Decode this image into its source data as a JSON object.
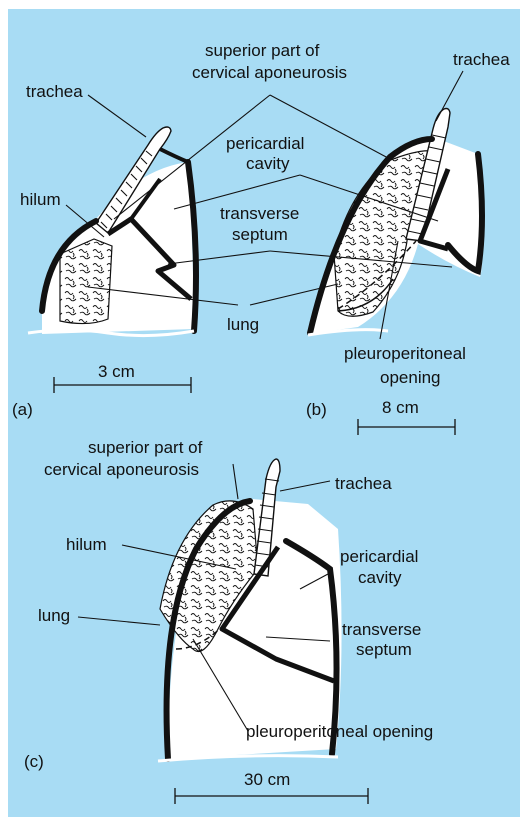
{
  "colors": {
    "background": "#a8dcf4",
    "ink": "#111111",
    "tissue": "#ffffff"
  },
  "panel_a": {
    "label_superior_1": "superior part of",
    "label_superior_2": "cervical aponeurosis",
    "label_trachea": "trachea",
    "label_pericardial_1": "pericardial",
    "label_pericardial_2": "cavity",
    "label_hilum": "hilum",
    "label_transverse_1": "transverse",
    "label_transverse_2": "septum",
    "label_lung": "lung",
    "scale": "3 cm",
    "panel_letter": "(a)"
  },
  "panel_b": {
    "label_trachea": "trachea",
    "label_pleuro_1": "pleuroperitoneal",
    "label_pleuro_2": "opening",
    "scale": "8 cm",
    "panel_letter": "(b)"
  },
  "panel_c": {
    "label_superior_1": "superior part of",
    "label_superior_2": "cervical aponeurosis",
    "label_trachea": "trachea",
    "label_hilum": "hilum",
    "label_pericardial_1": "pericardial",
    "label_pericardial_2": "cavity",
    "label_lung": "lung",
    "label_transverse_1": "transverse",
    "label_transverse_2": "septum",
    "label_pleuro": "pleuroperitoneal opening",
    "scale": "30 cm",
    "panel_letter": "(c)"
  }
}
